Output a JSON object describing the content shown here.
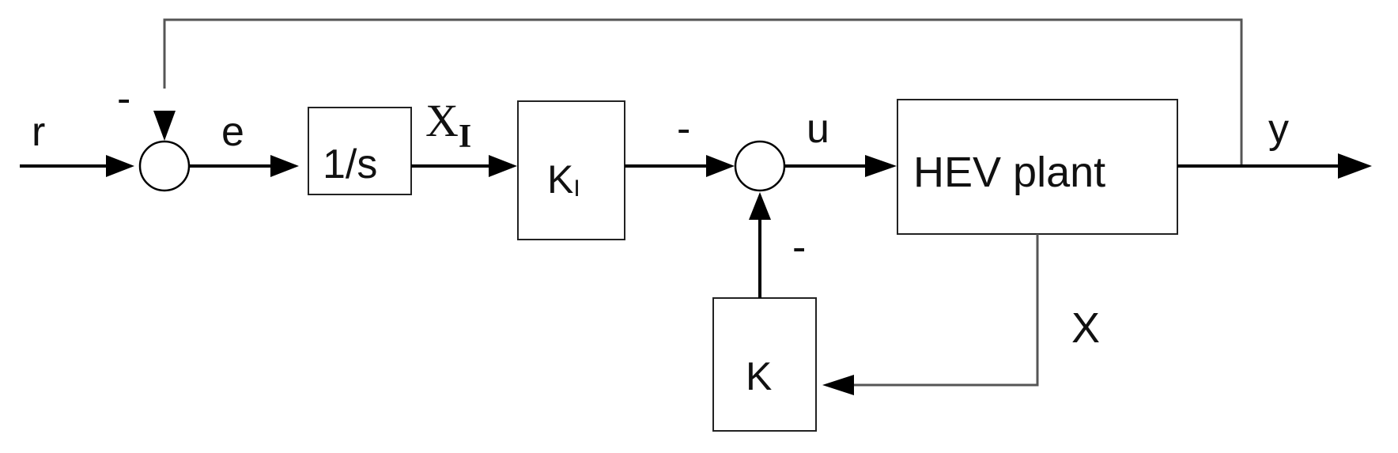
{
  "diagram": {
    "signals": {
      "reference": "r",
      "error": "e",
      "integrator_state": "X",
      "integrator_state_subscript": "I",
      "control": "u",
      "output": "y",
      "state": "X"
    },
    "signs": {
      "output_feedback": "-",
      "integral_path": "-",
      "state_feedback": "-"
    },
    "blocks": {
      "integrator": "1/s",
      "integral_gain": "K",
      "integral_gain_subscript": "I",
      "plant": "HEV plant",
      "state_gain": "K"
    }
  }
}
